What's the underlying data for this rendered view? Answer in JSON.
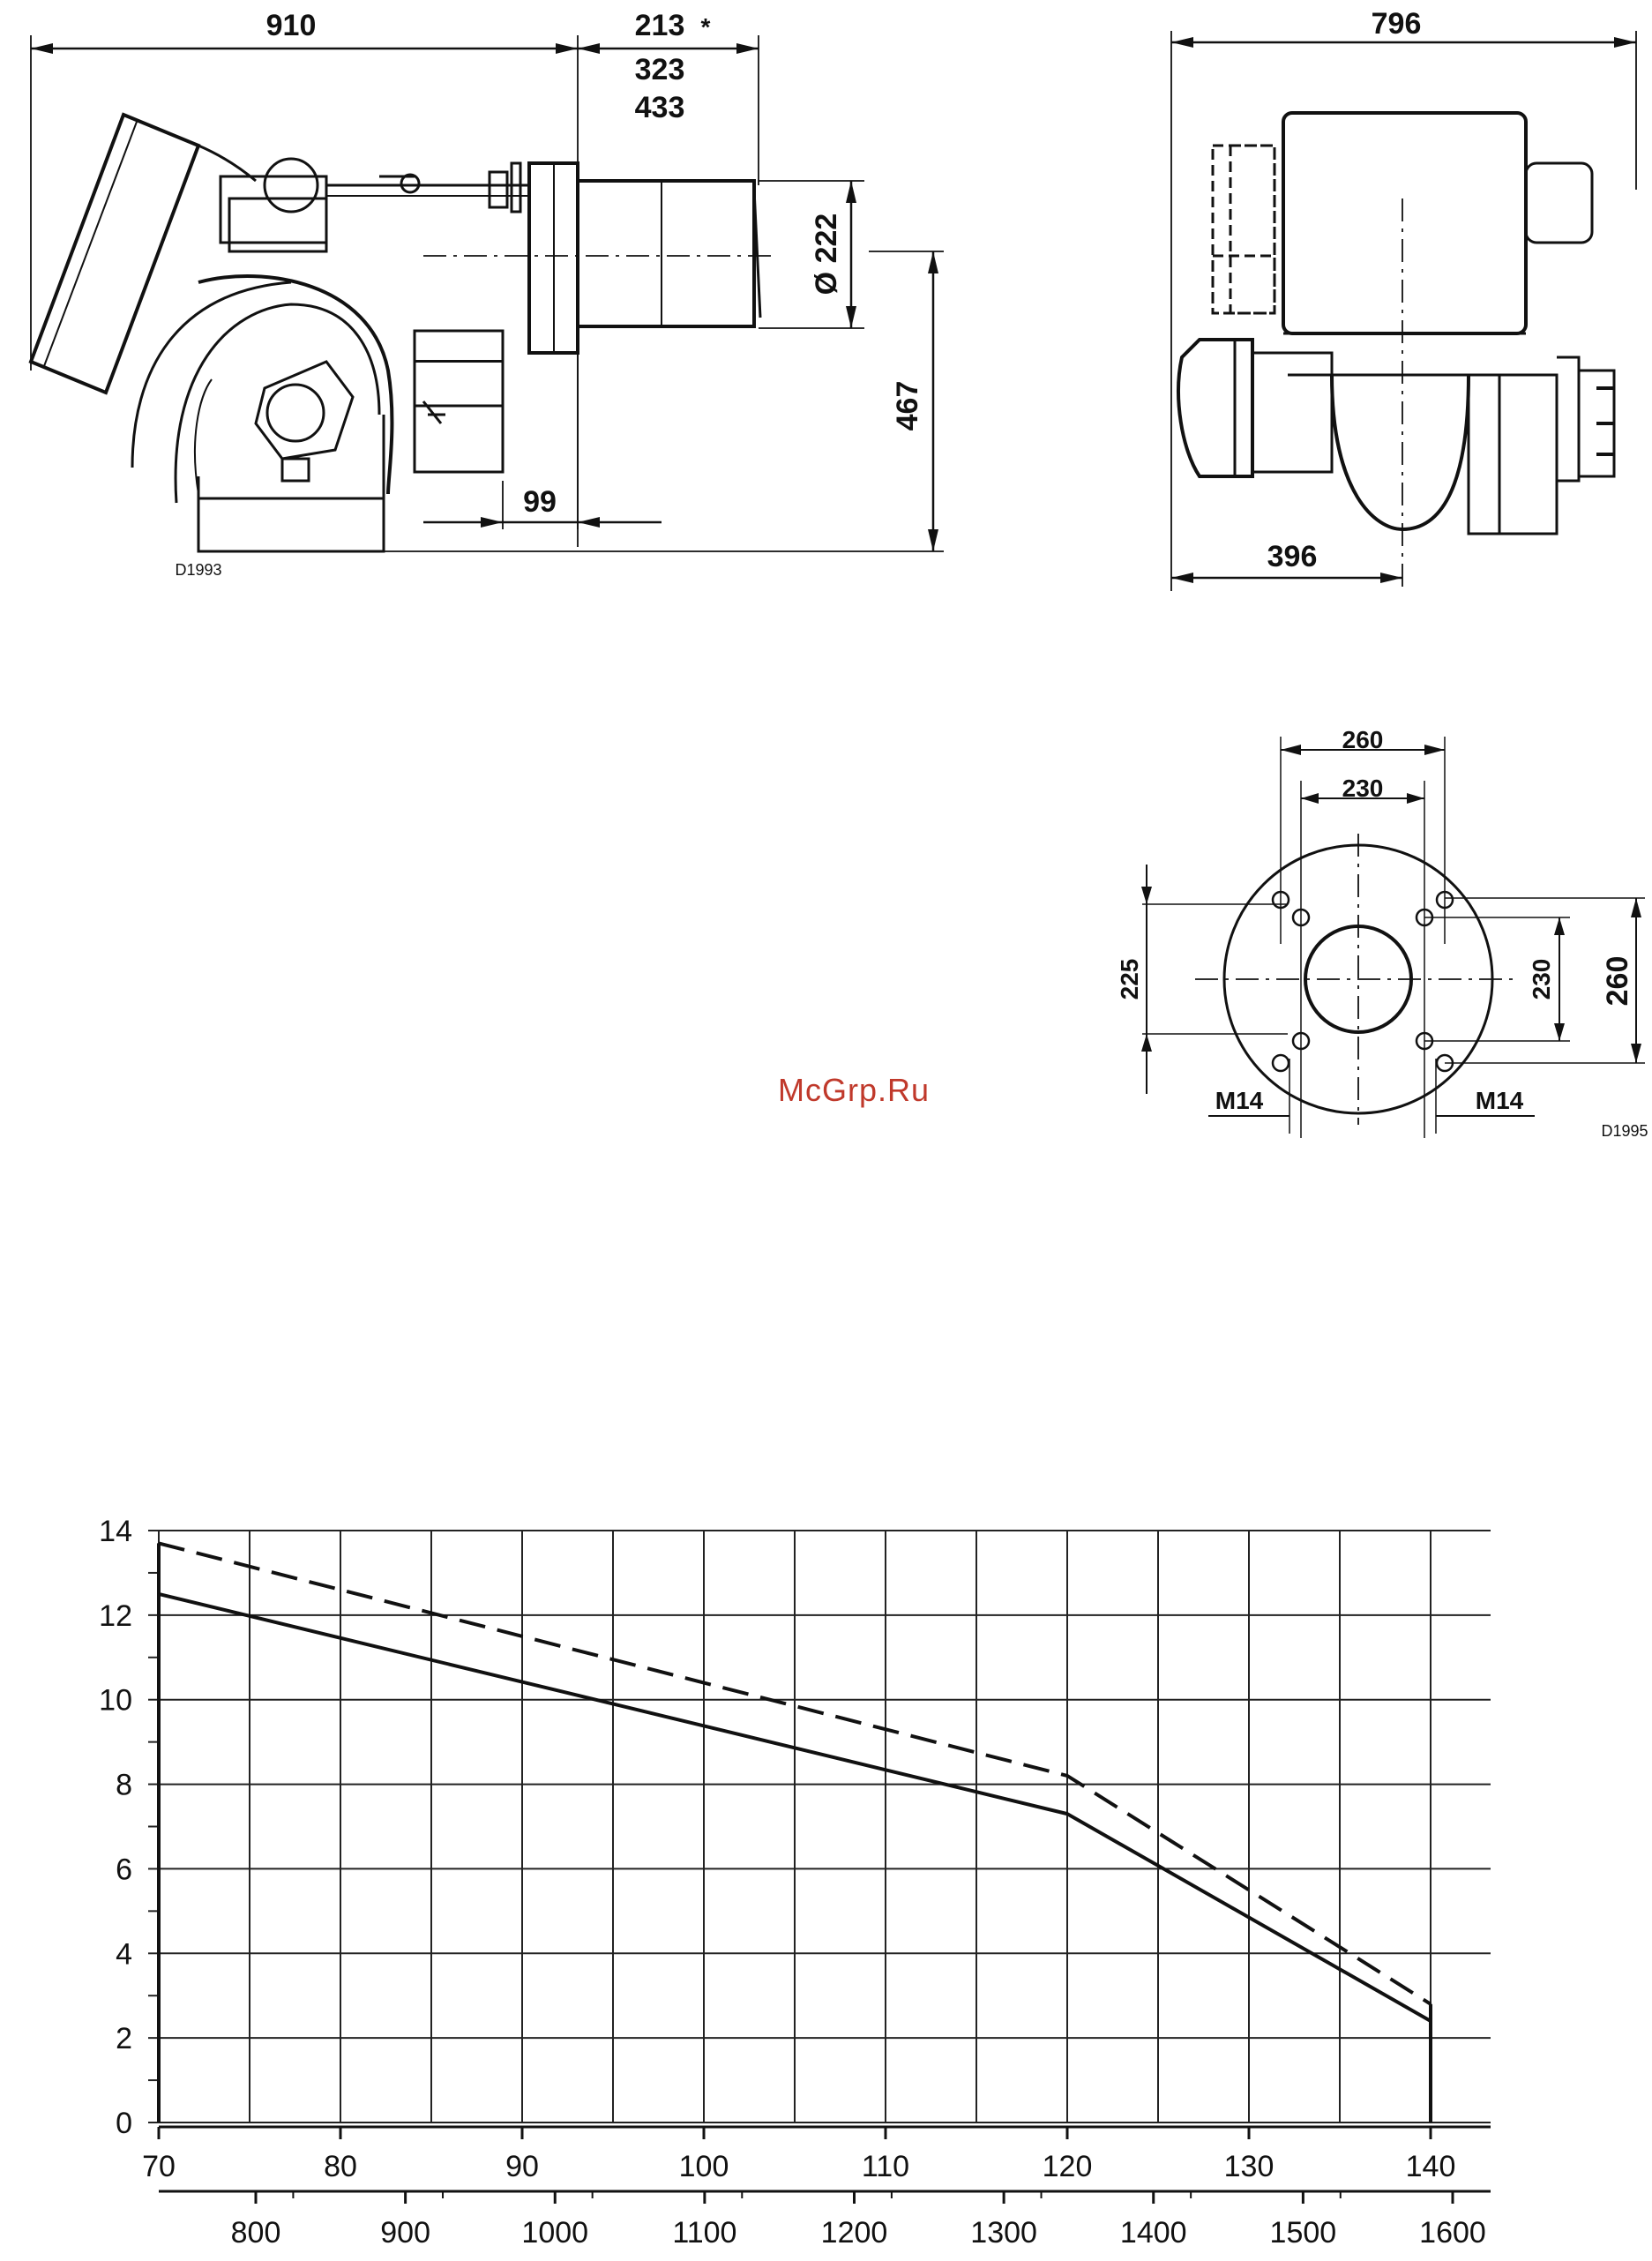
{
  "side_view": {
    "code": "D1993",
    "dims": {
      "overall_length": "910",
      "head_length_1": "213",
      "head_star": "*",
      "head_length_2": "323",
      "head_length_3": "433",
      "head_diameter": "Ø 222",
      "height": "467",
      "flange_offset": "99"
    }
  },
  "front_view": {
    "width": "796",
    "axis_offset": "396"
  },
  "flange": {
    "code": "D1995",
    "dims": {
      "outer_h": "260",
      "inner_h": "230",
      "left_v": "225",
      "inner_v": "230",
      "outer_v": "260",
      "bolt_left": "M14",
      "bolt_right": "M14"
    }
  },
  "watermark": "McGrp.Ru",
  "chart_data": {
    "type": "line",
    "x_primary": [
      70,
      80,
      90,
      100,
      110,
      120,
      130,
      140
    ],
    "x_primary_labels": [
      "70",
      "80",
      "90",
      "100",
      "110",
      "120",
      "130",
      "140"
    ],
    "x_secondary_labels": [
      "800",
      "900",
      "1000",
      "1100",
      "1200",
      "1300",
      "1400",
      "1500",
      "1600"
    ],
    "y_ticks": [
      "0",
      "2",
      "4",
      "6",
      "8",
      "10",
      "12",
      "14"
    ],
    "xlim": [
      70,
      140
    ],
    "ylim": [
      0,
      14
    ],
    "grid": true,
    "series": [
      {
        "style": "dashed",
        "x": [
          70,
          120,
          140
        ],
        "y": [
          13.7,
          8.2,
          2.8
        ]
      },
      {
        "style": "solid",
        "x": [
          70,
          120,
          140
        ],
        "y": [
          12.5,
          7.3,
          2.4
        ]
      }
    ]
  }
}
